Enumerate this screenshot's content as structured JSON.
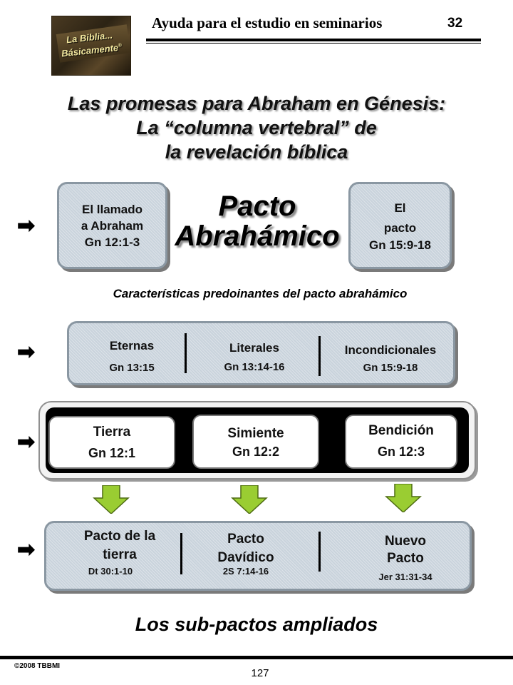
{
  "header": {
    "logo_line1": "La Biblia...",
    "logo_line2": "Básicamente",
    "logo_mark": "®",
    "title": "Ayuda para el estudio en seminarios",
    "page_number": "32"
  },
  "main_title": [
    "Las promesas para Abraham en Génesis:",
    "La “columna vertebral” de",
    "la revelación bíblica"
  ],
  "covenant": {
    "title_line1": "Pacto",
    "title_line2": "Abrahámico",
    "call_box": [
      "El llamado",
      "a Abraham",
      "Gn 12:1-3"
    ],
    "pact_box": [
      "El",
      "pacto",
      "Gn 15:9-18"
    ]
  },
  "characteristics": {
    "heading": "Características  predoinantes del pacto abrahámico",
    "items": [
      {
        "label": "Eternas",
        "ref": "Gn 13:15"
      },
      {
        "label": "Literales",
        "ref": "Gn 13:14-16"
      },
      {
        "label": "Incondicionales",
        "ref": "Gn 15:9-18"
      }
    ]
  },
  "promises": [
    {
      "label": "Tierra",
      "ref": "Gn 12:1"
    },
    {
      "label": "Simiente",
      "ref": "Gn 12:2"
    },
    {
      "label": "Bendición",
      "ref": "Gn 12:3"
    }
  ],
  "sub_covenants": [
    {
      "label_line1": "Pacto de la",
      "label_line2": "tierra",
      "ref": "Dt 30:1-10"
    },
    {
      "label_line1": "Pacto",
      "label_line2": "Davídico",
      "ref": "2S 7:14-16"
    },
    {
      "label_line1": "Nuevo",
      "label_line2": "Pacto",
      "ref": "Jer 31:31-34"
    }
  ],
  "footer": {
    "caption": "Los sub-pactos ampliados",
    "copyright": "©2008 TBBMI",
    "page_number": "127"
  },
  "icons": {
    "row_arrow": "right-arrow-icon",
    "down_arrow": "green-down-arrow-icon"
  },
  "colors": {
    "box_fill": "#c9d3dc",
    "green_arrow": "#9acd32"
  }
}
